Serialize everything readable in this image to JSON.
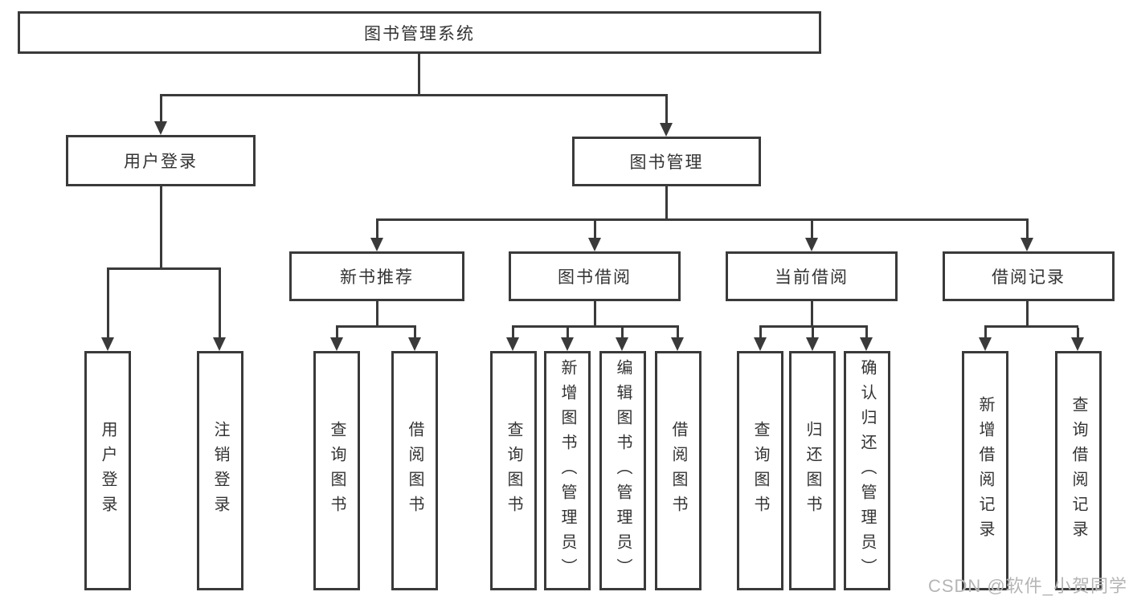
{
  "diagram": {
    "root": {
      "label": "图书管理系统"
    },
    "branches": [
      {
        "label": "用户登录",
        "leaves": [
          "用户登录",
          "注销登录"
        ]
      },
      {
        "label": "图书管理",
        "children": [
          {
            "label": "新书推荐",
            "leaves": [
              "查询图书",
              "借阅图书"
            ]
          },
          {
            "label": "图书借阅",
            "leaves": [
              "查询图书",
              "新增图书（管理员）",
              "编辑图书（管理员）",
              "借阅图书"
            ]
          },
          {
            "label": "当前借阅",
            "leaves": [
              "查询图书",
              "归还图书",
              "确认归还（管理员）"
            ]
          },
          {
            "label": "借阅记录",
            "leaves": [
              "新增借阅记录",
              "查询借阅记录"
            ]
          }
        ]
      }
    ]
  },
  "watermark": {
    "text": "CSDN @软件_小贺同学"
  },
  "colors": {
    "line": "#3a3a3a",
    "box_border": "#3a3a3a",
    "text": "#333333",
    "background": "#ffffff",
    "watermark": "#b5b5b5"
  }
}
